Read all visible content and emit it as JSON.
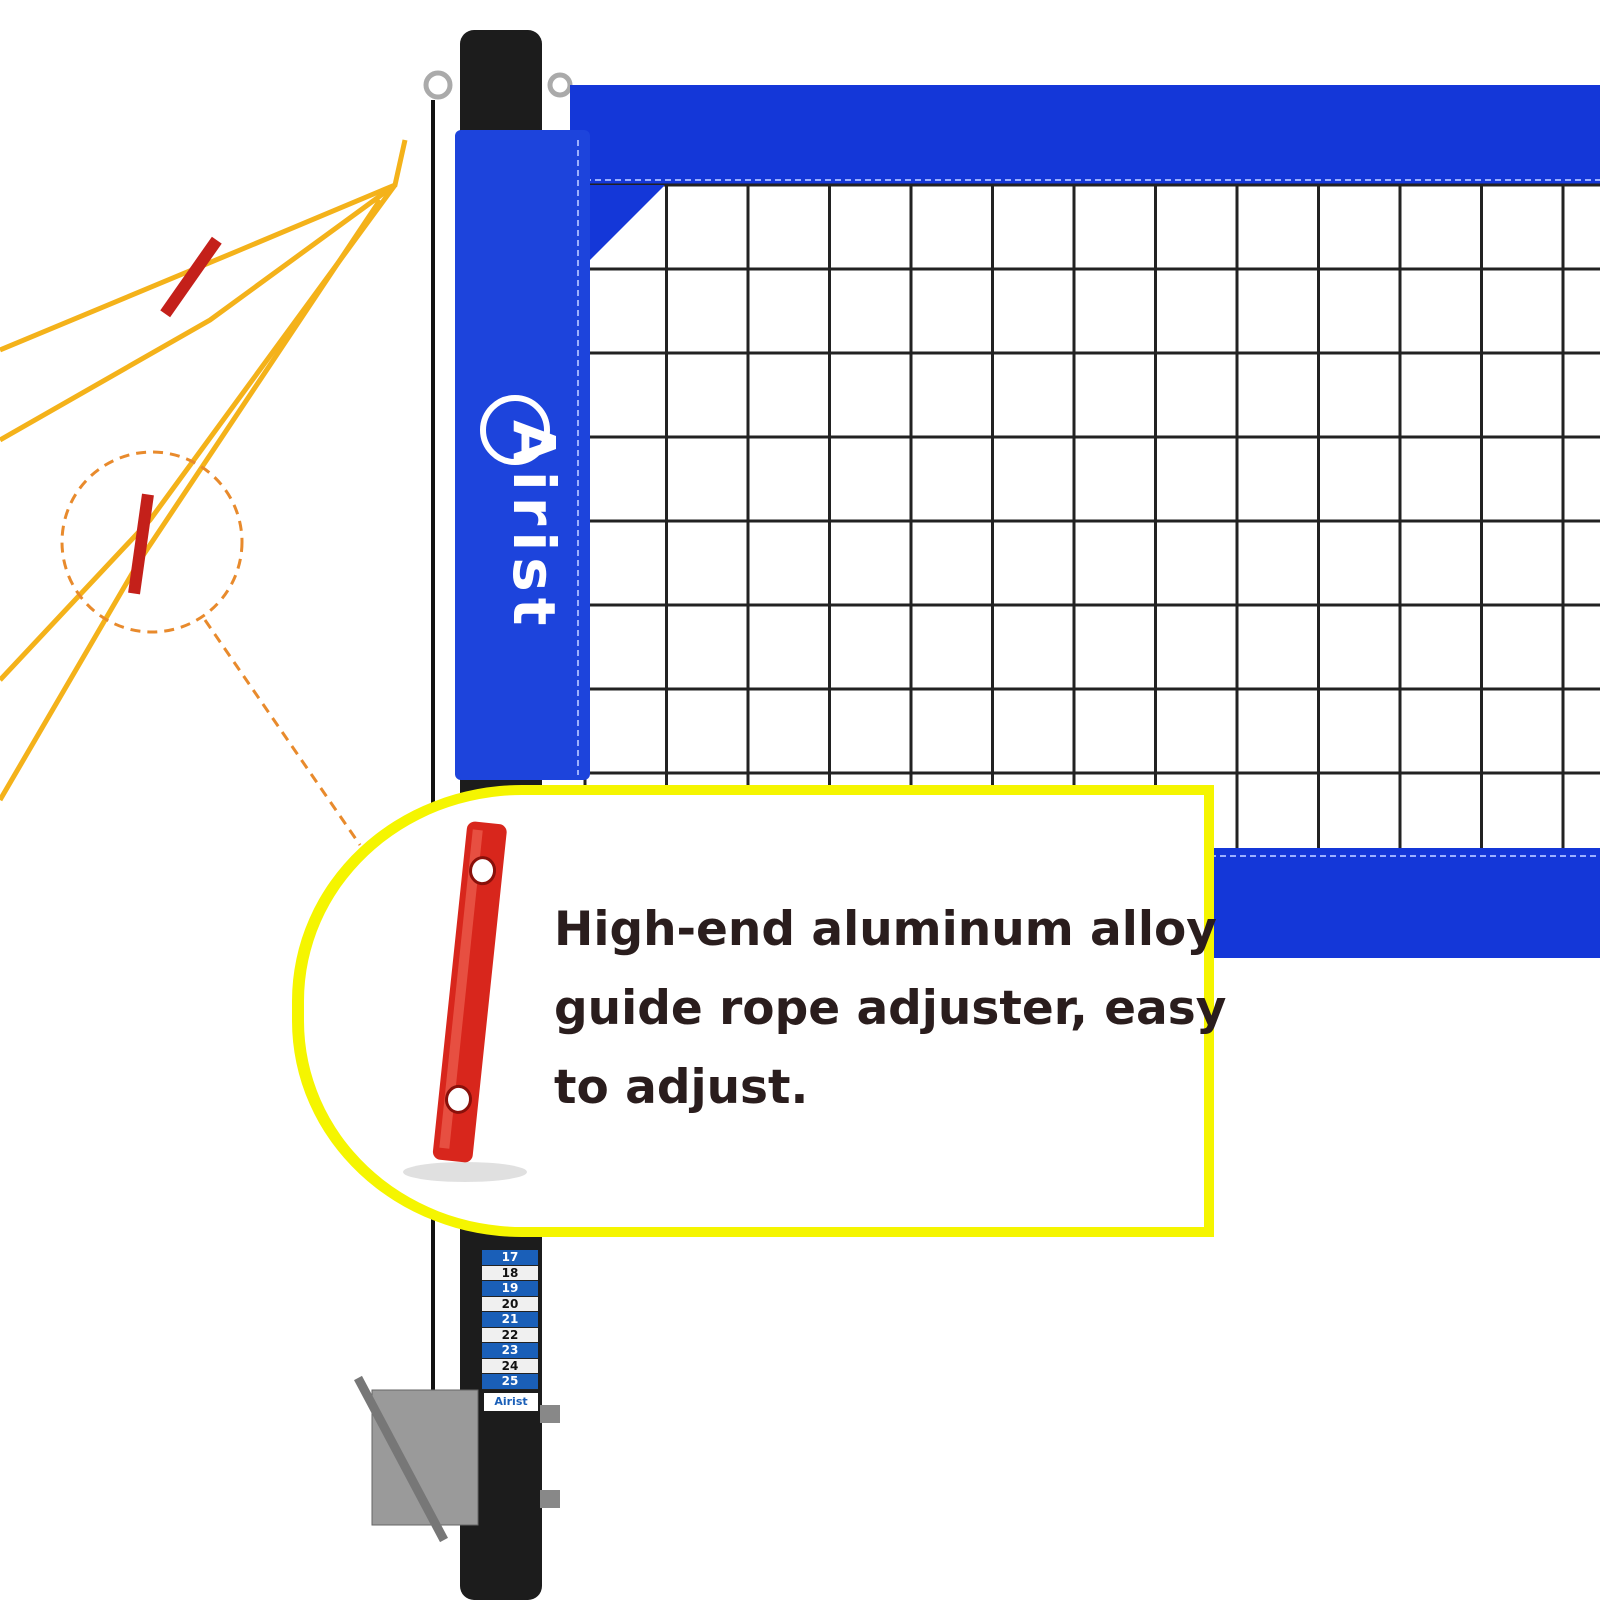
{
  "brand": "Airist",
  "callout": {
    "lines": [
      "High-end aluminum alloy",
      "guide rope adjuster, easy",
      "to adjust."
    ]
  },
  "height_scale": [
    {
      "label": "17",
      "style": "b"
    },
    {
      "label": "18",
      "style": "w"
    },
    {
      "label": "19",
      "style": "b"
    },
    {
      "label": "20",
      "style": "w"
    },
    {
      "label": "21",
      "style": "b"
    },
    {
      "label": "22",
      "style": "w"
    },
    {
      "label": "23",
      "style": "b"
    },
    {
      "label": "24",
      "style": "w"
    },
    {
      "label": "25",
      "style": "b"
    }
  ],
  "colors": {
    "net_blue": "#1437d8",
    "rope": "#f4b21a",
    "adjuster": "#d8261c",
    "callout_border": "#f5f500",
    "highlight": "#e88a2c"
  }
}
